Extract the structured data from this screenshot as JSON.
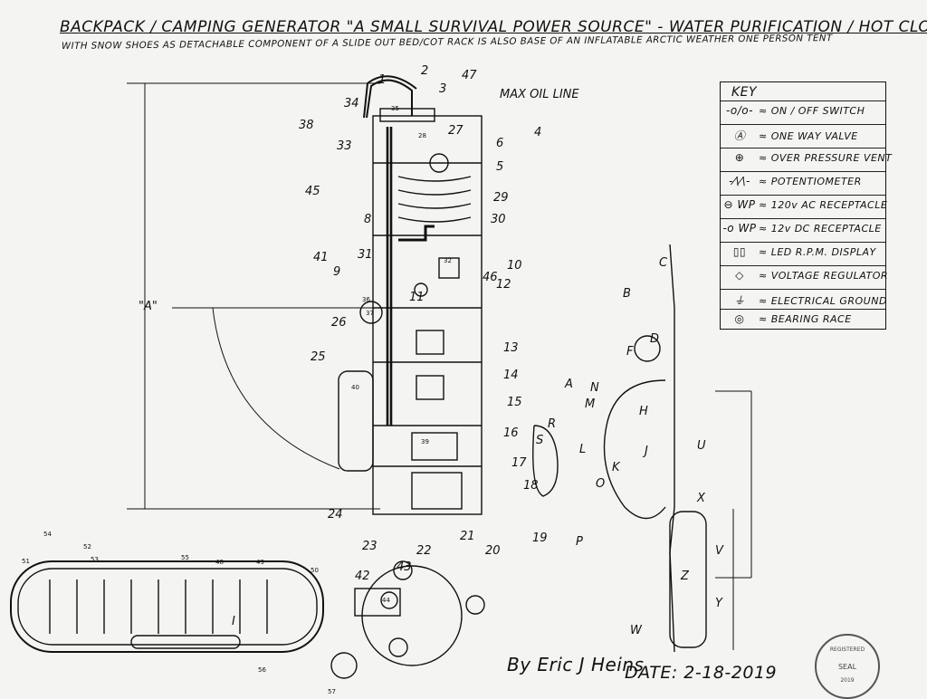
{
  "title": "BACKPACK / CAMPING  GENERATOR  \"A SMALL SURVIVAL POWER SOURCE\" - WATER PURIFICATION / HOT CLOTHES",
  "subtitle": "WITH SNOW SHOES AS DETACHABLE COMPONENT OF A SLIDE OUT BED/COT RACK IS ALSO BASE OF AN INFLATABLE ARCTIC WEATHER ONE PERSON TENT",
  "max_oil_line": "MAX OIL LINE",
  "dimension_label": "\"A\"",
  "key": {
    "heading": "KEY",
    "items": [
      {
        "symbol": "-o/o-",
        "text": "≈ ON / OFF SWITCH"
      },
      {
        "symbol": "Ⓐ",
        "text": "≈ ONE WAY VALVE"
      },
      {
        "symbol": "⊕",
        "text": "≈ OVER PRESSURE VENT"
      },
      {
        "symbol": "-⁄\\⁄\\-",
        "text": "≈ POTENTIOMETER"
      },
      {
        "symbol": "⊖ WP",
        "text": "≈ 120v AC RECEPTACLE"
      },
      {
        "symbol": "-o WP",
        "text": "≈ 12v DC RECEPTACLE"
      },
      {
        "symbol": "▯▯",
        "text": "≈ LED  R.P.M. DISPLAY"
      },
      {
        "symbol": "◇",
        "text": "≈ VOLTAGE REGULATOR"
      },
      {
        "symbol": "⏚",
        "text": "≈ ELECTRICAL GROUND"
      },
      {
        "symbol": "◎",
        "text": "≈ BEARING RACE"
      }
    ]
  },
  "part_numbers": [
    "1",
    "2",
    "3",
    "4",
    "5",
    "6",
    "8",
    "9",
    "10",
    "11",
    "12",
    "13",
    "14",
    "15",
    "16",
    "17",
    "18",
    "19",
    "20",
    "21",
    "22",
    "23",
    "24",
    "25",
    "26",
    "27",
    "28",
    "29",
    "30",
    "31",
    "32",
    "33",
    "34",
    "35",
    "36",
    "37",
    "38",
    "39",
    "40",
    "41",
    "42",
    "43",
    "44",
    "45",
    "46",
    "47",
    "48",
    "49",
    "50",
    "51",
    "52",
    "53",
    "54",
    "55",
    "56",
    "57"
  ],
  "letter_labels": [
    "A",
    "B",
    "C",
    "D",
    "F",
    "H",
    "I",
    "J",
    "K",
    "L",
    "M",
    "N",
    "O",
    "P",
    "R",
    "S",
    "U",
    "V",
    "W",
    "X",
    "Y",
    "Z"
  ],
  "signature": "By Eric J Heins",
  "date_text": "DATE: 2-18-2019",
  "seal_text": [
    "REGISTERED",
    "SEAL",
    "2019"
  ]
}
